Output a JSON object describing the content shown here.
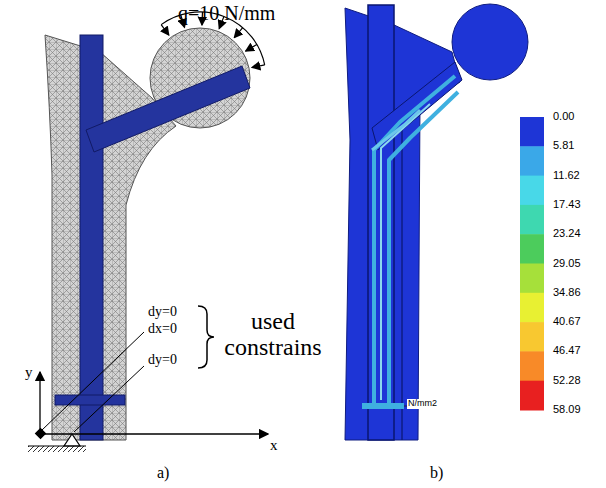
{
  "diagram": {
    "labels": [
      "q=10 N/mm",
      "dy=0",
      "dx=0",
      "dy=0",
      "used constrains",
      "y",
      "x",
      "a)",
      "b)",
      "0.00",
      "5.81",
      "11.62",
      "17.43",
      "23.24",
      "29.05",
      "34.86",
      "40.67",
      "46.47",
      "52.28",
      "58.09",
      "N/mm2"
    ]
  }
}
